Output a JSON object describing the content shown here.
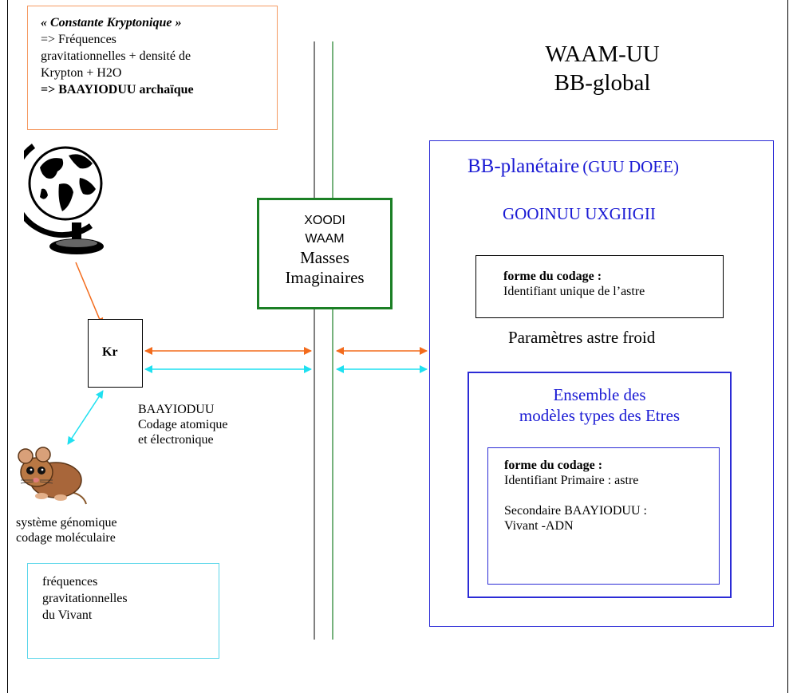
{
  "note_box": {
    "line1": "« Constante Kryptonique »",
    "line2": "=> Fréquences",
    "line3": "gravitationnelles + densité de",
    "line4": "Krypton + H2O",
    "line5": "=> BAAYIODUU archaïque"
  },
  "kr_label": "Kr",
  "baayioduu_label": {
    "line1": "BAAYIODUU",
    "line2": "Codage atomique",
    "line3": "et électronique"
  },
  "genome_label": {
    "line1": "système génomique",
    "line2": "codage moléculaire"
  },
  "freq_box": {
    "line1": "fréquences",
    "line2": "gravitationnelles",
    "line3": "du Vivant"
  },
  "xoodi_box": {
    "line1": "XOODI",
    "line2": "WAAM",
    "line3": "Masses",
    "line4": "Imaginaires"
  },
  "waam_title": {
    "line1": "WAAM-UU",
    "line2": "BB-global"
  },
  "bb_planetaire": {
    "title": "BB-planétaire",
    "title_suffix": "(GUU DOEE)",
    "subtitle": "GOOINUU UXGIIGII",
    "codage1_title": "forme du codage :",
    "codage1_text": "Identifiant unique de l’astre",
    "params": "Paramètres astre froid",
    "ensemble_line1": "Ensemble des",
    "ensemble_line2": "modèles types des Etres",
    "codage2_title": "forme du codage :",
    "codage2_line1": "Identifiant Primaire : astre",
    "codage2_line2": "Secondaire BAAYIODUU :",
    "codage2_line3": "Vivant -ADN"
  },
  "colors": {
    "orange": "#f36b1c",
    "cyan": "#1fe0f0",
    "green": "#1b7f25",
    "blue": "#2b2bd6"
  },
  "icons": {
    "globe": "globe-icon",
    "mouse": "mouse-icon"
  }
}
